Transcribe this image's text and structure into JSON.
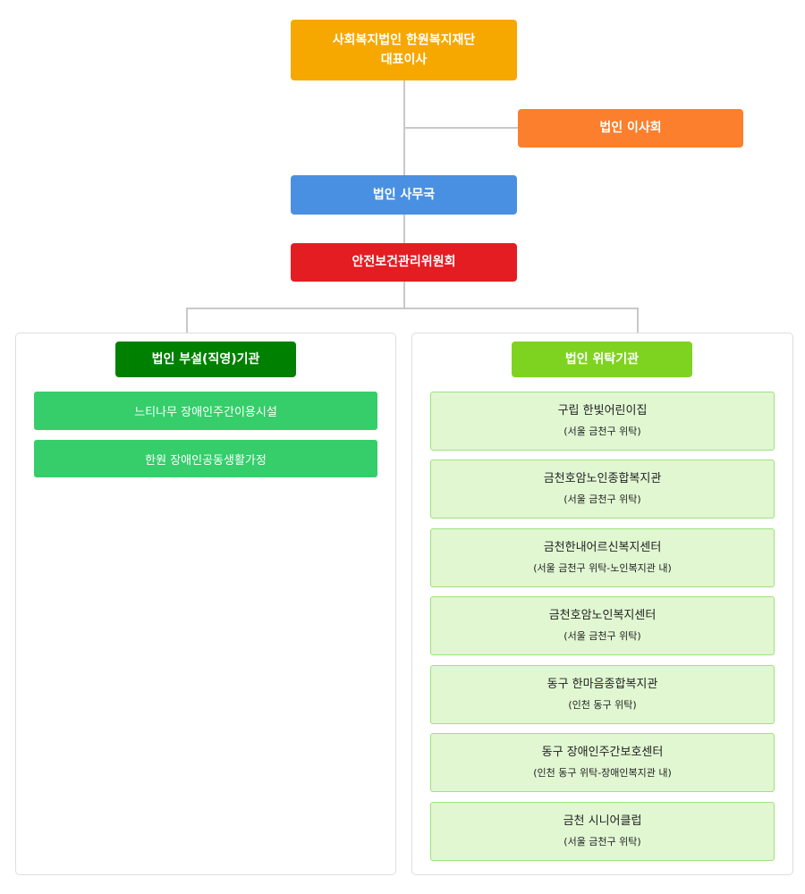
{
  "ceo": {
    "line1": "사회복지법인 한원복지재단",
    "line2": "대표이사"
  },
  "board": {
    "label": "법인 이사회"
  },
  "office": {
    "label": "법인 사무국"
  },
  "safety": {
    "label": "안전보건관리위원회"
  },
  "direct": {
    "title": "법인 부설(직영)기관",
    "items": [
      "느티나무 장애인주간이용시설",
      "한원 장애인공동생활가정"
    ]
  },
  "entrusted": {
    "title": "법인 위탁기관",
    "items": [
      {
        "name": "구립 한빛어린이집",
        "note": "(서울 금천구 위탁)"
      },
      {
        "name": "금천호암노인종합복지관",
        "note": "(서울 금천구 위탁)"
      },
      {
        "name": "금천한내어르신복지센터",
        "note": "(서울 금천구 위탁-노인복지관 내)"
      },
      {
        "name": "금천호암노인복지센터",
        "note": "(서울 금천구 위탁)"
      },
      {
        "name": "동구 한마음종합복지관",
        "note": "(인천 동구 위탁)"
      },
      {
        "name": "동구 장애인주간보호센터",
        "note": "(인천 동구 위탁-장애인복지관 내)"
      },
      {
        "name": "금천 시니어클럽",
        "note": "(서울 금천구 위탁)"
      }
    ]
  },
  "colors": {
    "ceo": "#f6a800",
    "board": "#fb7f2c",
    "office": "#4a90e2",
    "safety": "#e31d22",
    "direct_title": "#008000",
    "entrusted_title": "#7ed321"
  }
}
